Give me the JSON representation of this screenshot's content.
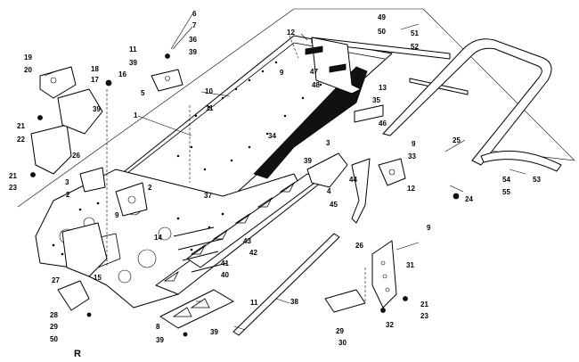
{
  "callouts": [
    {
      "id": "c1",
      "text": "1"
    },
    {
      "id": "c2a",
      "text": "2"
    },
    {
      "id": "c2b",
      "text": "2"
    },
    {
      "id": "c3a",
      "text": "3"
    },
    {
      "id": "c3b",
      "text": "3"
    },
    {
      "id": "c4",
      "text": "4"
    },
    {
      "id": "c5",
      "text": "5"
    },
    {
      "id": "c6",
      "text": "6"
    },
    {
      "id": "c7",
      "text": "7"
    },
    {
      "id": "c8",
      "text": "8"
    },
    {
      "id": "c9a",
      "text": "9"
    },
    {
      "id": "c9b",
      "text": "9"
    },
    {
      "id": "c9c",
      "text": "9"
    },
    {
      "id": "c9d",
      "text": "9"
    },
    {
      "id": "c10",
      "text": "10"
    },
    {
      "id": "c11a",
      "text": "11"
    },
    {
      "id": "c11b",
      "text": "11"
    },
    {
      "id": "c11c",
      "text": "11"
    },
    {
      "id": "c12a",
      "text": "12"
    },
    {
      "id": "c12b",
      "text": "12"
    },
    {
      "id": "c13",
      "text": "13"
    },
    {
      "id": "c14",
      "text": "14"
    },
    {
      "id": "c15",
      "text": "15"
    },
    {
      "id": "c16",
      "text": "16"
    },
    {
      "id": "c17",
      "text": "17"
    },
    {
      "id": "c18",
      "text": "18"
    },
    {
      "id": "c19",
      "text": "19"
    },
    {
      "id": "c20",
      "text": "20"
    },
    {
      "id": "c21a",
      "text": "21"
    },
    {
      "id": "c21b",
      "text": "21"
    },
    {
      "id": "c21c",
      "text": "21"
    },
    {
      "id": "c22",
      "text": "22"
    },
    {
      "id": "c23a",
      "text": "23"
    },
    {
      "id": "c23b",
      "text": "23"
    },
    {
      "id": "c24",
      "text": "24"
    },
    {
      "id": "c25",
      "text": "25"
    },
    {
      "id": "c26a",
      "text": "26"
    },
    {
      "id": "c26b",
      "text": "26"
    },
    {
      "id": "c27",
      "text": "27"
    },
    {
      "id": "c28",
      "text": "28"
    },
    {
      "id": "c29a",
      "text": "29"
    },
    {
      "id": "c29b",
      "text": "29"
    },
    {
      "id": "c30",
      "text": "30"
    },
    {
      "id": "c31",
      "text": "31"
    },
    {
      "id": "c32",
      "text": "32"
    },
    {
      "id": "c33",
      "text": "33"
    },
    {
      "id": "c34",
      "text": "34"
    },
    {
      "id": "c35",
      "text": "35"
    },
    {
      "id": "c36",
      "text": "36"
    },
    {
      "id": "c37",
      "text": "37"
    },
    {
      "id": "c38",
      "text": "38"
    },
    {
      "id": "c39a",
      "text": "39"
    },
    {
      "id": "c39b",
      "text": "39"
    },
    {
      "id": "c39c",
      "text": "39"
    },
    {
      "id": "c39d",
      "text": "39"
    },
    {
      "id": "c39e",
      "text": "39"
    },
    {
      "id": "c39f",
      "text": "39"
    },
    {
      "id": "c40",
      "text": "40"
    },
    {
      "id": "c41",
      "text": "41"
    },
    {
      "id": "c42",
      "text": "42"
    },
    {
      "id": "c43",
      "text": "43"
    },
    {
      "id": "c44",
      "text": "44"
    },
    {
      "id": "c45",
      "text": "45"
    },
    {
      "id": "c46",
      "text": "46"
    },
    {
      "id": "c47",
      "text": "47"
    },
    {
      "id": "c48",
      "text": "48"
    },
    {
      "id": "c49",
      "text": "49"
    },
    {
      "id": "c50a",
      "text": "50"
    },
    {
      "id": "c50b",
      "text": "50"
    },
    {
      "id": "c51",
      "text": "51"
    },
    {
      "id": "c52",
      "text": "52"
    },
    {
      "id": "c53",
      "text": "53"
    },
    {
      "id": "c54",
      "text": "54"
    },
    {
      "id": "c55",
      "text": "55"
    }
  ],
  "corner_label": "R"
}
